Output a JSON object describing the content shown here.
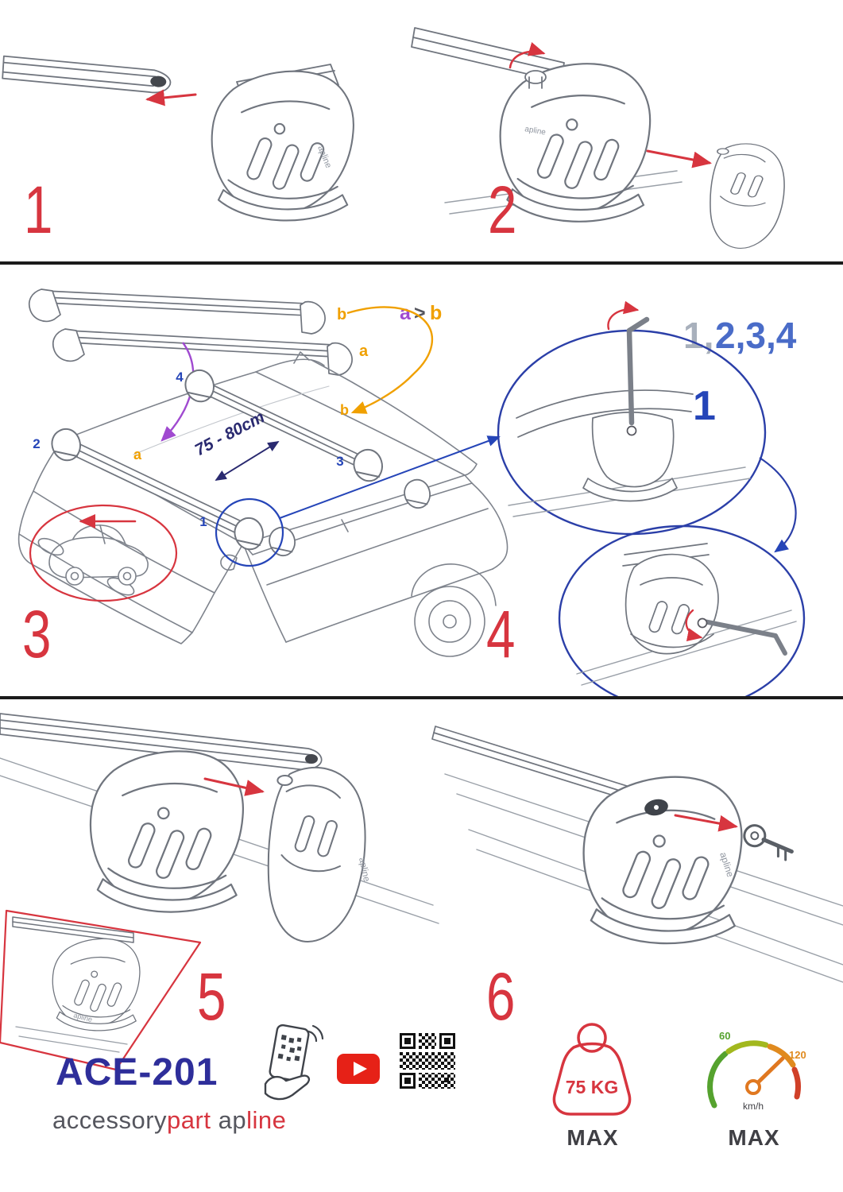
{
  "colors": {
    "step_red": "#d7353f",
    "detail_blue": "#2545b8",
    "ellipse_blue": "#2b3fa8",
    "sequence_gray": "#a8b0bc",
    "sequence_blue": "#4a6cc8",
    "label_orange": "#f0a000",
    "label_purple": "#a04ad0",
    "measure_navy": "#2a2a70",
    "model_navy": "#2e2e9a",
    "brand_gray": "#55565e",
    "speed_green": "#55a22e",
    "speed_orange": "#e08a1e",
    "speed_red": "#d04028",
    "sketch_gray": "#7e838c"
  },
  "steps": {
    "s1": "1",
    "s2": "2",
    "s3": "3",
    "s4": "4",
    "s5": "5",
    "s6": "6"
  },
  "diagram": {
    "bar_label_a": "a",
    "bar_label_b": "b",
    "compare_a": "a",
    "compare_gt": ">",
    "compare_b": "b",
    "roof_label_a": "a",
    "roof_label_b": "b",
    "seq_gray": "1,",
    "seq_blue": "2,3,4",
    "measurement": "75 - 80cm",
    "marker_1": "1",
    "marker_2": "2",
    "marker_3": "3",
    "marker_4": "4",
    "detail_1": "1",
    "brand_small": "apline"
  },
  "footer": {
    "model": "ACE-201",
    "brand_gray1": "accessory",
    "brand_red1": "part",
    "brand_gray2": "ap",
    "brand_red2": "line",
    "weight_value": "75 KG",
    "weight_max": "MAX",
    "speed_low": "60",
    "speed_high": "120",
    "speed_unit": "km/h",
    "speed_max": "MAX"
  }
}
